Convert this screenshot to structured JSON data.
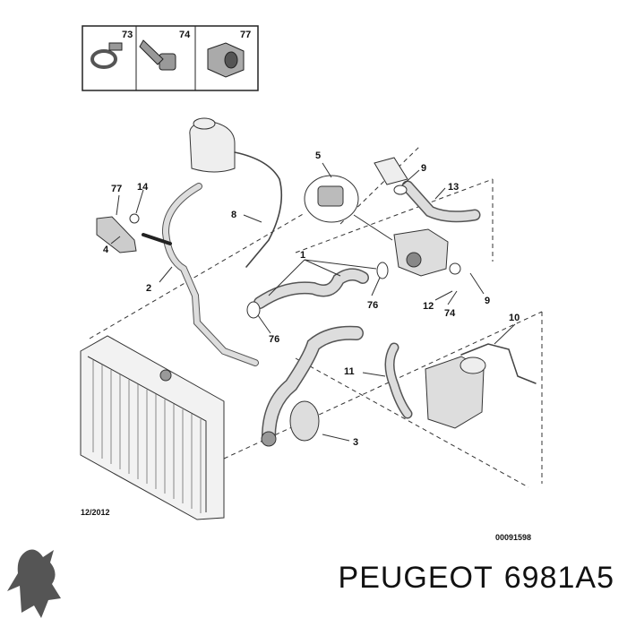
{
  "icon_box": {
    "labels": [
      "73",
      "74",
      "77"
    ]
  },
  "callouts": {
    "c77a": "77",
    "c14": "14",
    "c4": "4",
    "c2": "2",
    "c8": "8",
    "c5": "5",
    "c9a": "9",
    "c13": "13",
    "c1": "1",
    "c76a": "76",
    "c76b": "76",
    "c12": "12",
    "c74": "74",
    "c9b": "9",
    "c10": "10",
    "c11": "11",
    "c3": "3"
  },
  "footer": {
    "date": "12/2012",
    "ref": "00091598"
  },
  "caption": {
    "brand": "PEUGEOT",
    "part_number": "6981A5"
  },
  "logo": {
    "icon": "peugeot-lion-logo"
  }
}
